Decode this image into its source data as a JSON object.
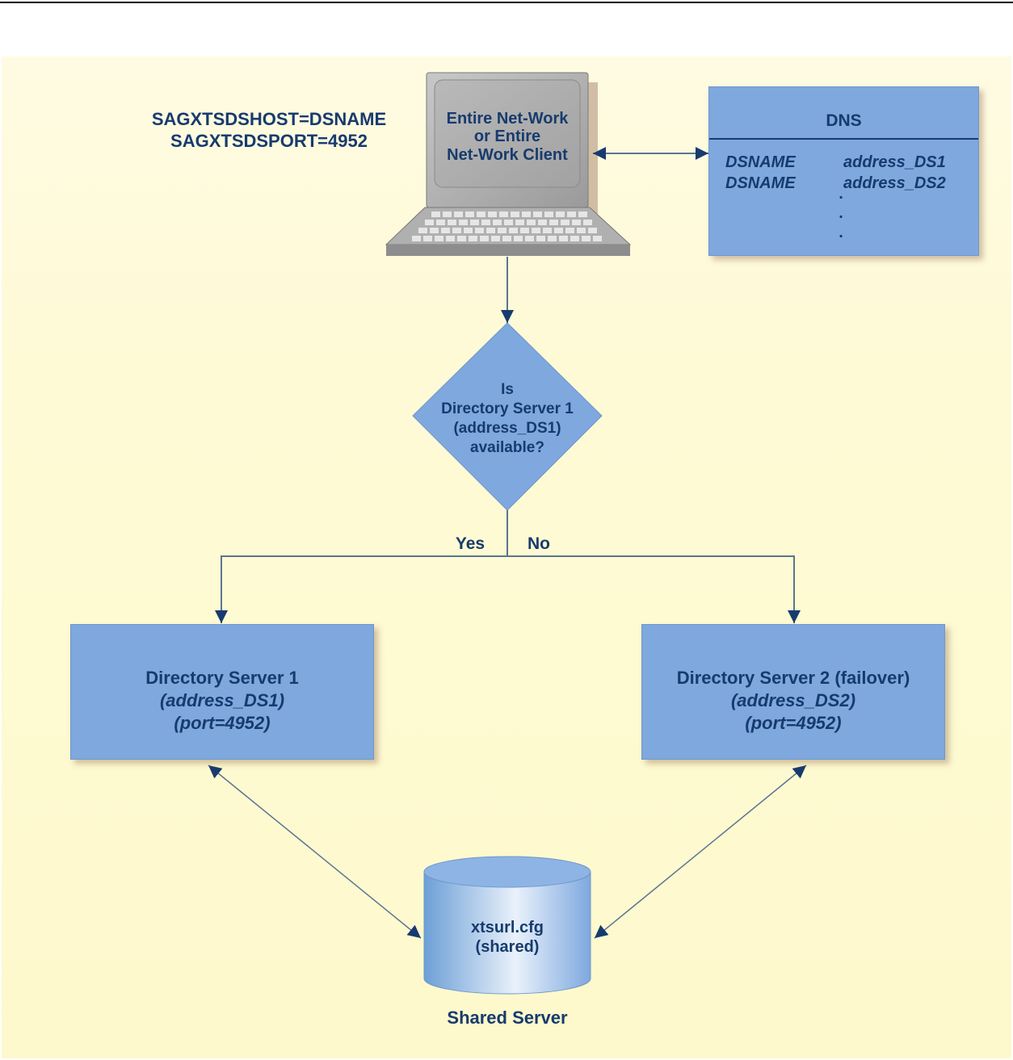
{
  "env": {
    "line1": "SAGXTSDSHOST=DSNAME",
    "line2": "SAGXTSDSPORT=4952"
  },
  "client": {
    "line1": "Entire Net-Work",
    "line2": "or Entire",
    "line3": "Net-Work Client"
  },
  "dns": {
    "title": "DNS",
    "rows": [
      {
        "name": "DSNAME",
        "address": "address_DS1"
      },
      {
        "name": "DSNAME",
        "address": "address_DS2"
      }
    ],
    "dots": ".\n.\n."
  },
  "decision": {
    "line1": "Is",
    "line2": "Directory Server 1",
    "line3": "(address_DS1)",
    "line4": "available?",
    "yes": "Yes",
    "no": "No"
  },
  "ds1": {
    "title": "Directory Server 1",
    "address": "(address_DS1)",
    "port": "(port=4952)"
  },
  "ds2": {
    "title": "Directory Server 2 (failover)",
    "address": "(address_DS2)",
    "port": "(port=4952)"
  },
  "shared": {
    "file": "xtsurl.cfg",
    "note": "(shared)",
    "caption": "Shared Server"
  },
  "colors": {
    "box_fill": "#7ea8de",
    "text": "#173b6e",
    "connector": "#5a7594",
    "background": "#fef9cc"
  }
}
